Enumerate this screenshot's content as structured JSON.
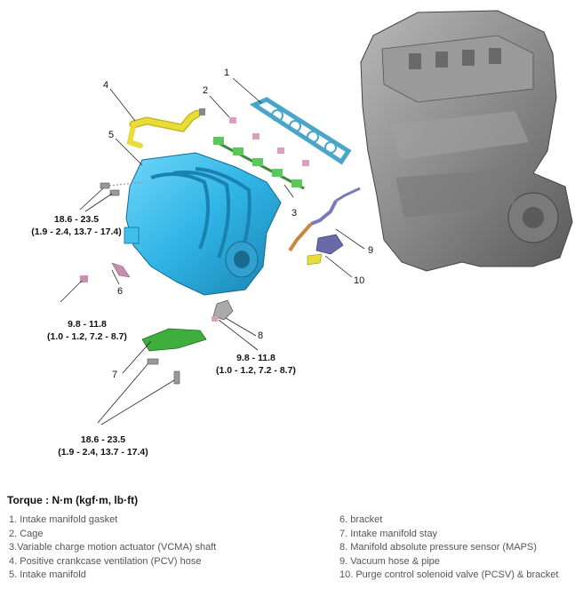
{
  "callouts": {
    "c1": "1",
    "c2": "2",
    "c3": "3",
    "c4": "4",
    "c5": "5",
    "c6": "6",
    "c7": "7",
    "c8": "8",
    "c9": "9",
    "c10": "10"
  },
  "torques": {
    "t1": {
      "nm": "18.6 - 23.5",
      "alt": "(1.9 - 2.4, 13.7 - 17.4)"
    },
    "t2": {
      "nm": "9.8 - 11.8",
      "alt": "(1.0 - 1.2, 7.2 - 8.7)"
    },
    "t3": {
      "nm": "9.8 - 11.8",
      "alt": "(1.0 - 1.2, 7.2 - 8.7)"
    },
    "t4": {
      "nm": "18.6 - 23.5",
      "alt": "(1.9 - 2.4, 13.7 - 17.4)"
    }
  },
  "legend": {
    "title": "Torque : N·m (kgf·m, lb·ft)",
    "left": [
      "1. Intake manifold gasket",
      "2. Cage",
      "3.Variable charge motion actuator (VCMA) shaft",
      "4. Positive crankcase ventilation (PCV) hose",
      "5. Intake manifold"
    ],
    "right": [
      "6. bracket",
      "7. Intake manifold stay",
      "8. Manifold absolute pressure sensor (MAPS)",
      "9. Vacuum hose & pipe",
      "10. Purge control solenoid valve (PCSV) & bracket"
    ]
  },
  "colors": {
    "manifold": "#2fb4e6",
    "hose": "#e8dc3a",
    "gasket": "#4aa6c8",
    "actuator": "#5cc85c",
    "cage": "#d9a0c0",
    "stay": "#3fae3f",
    "engine": "#8a8a8a"
  }
}
